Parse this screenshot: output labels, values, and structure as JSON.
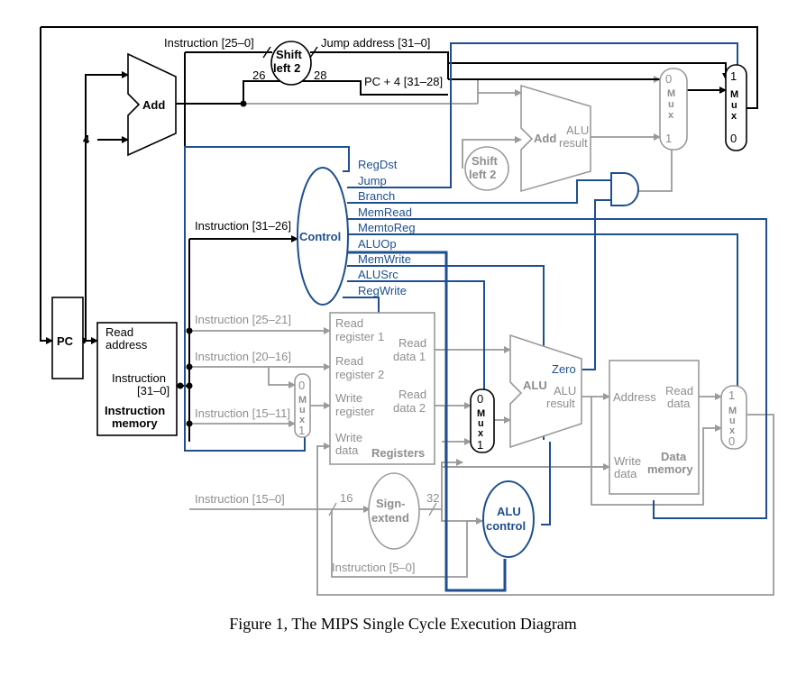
{
  "labels": {
    "instr_25_0": "Instruction [25–0]",
    "shift_left_2_top_a": "Shift",
    "shift_left_2_top_b": "left 2",
    "jump_address": "Jump address [31–0]",
    "bits_26": "26",
    "bits_28": "28",
    "pc_plus_4": "PC + 4 [31–28]",
    "add": "Add",
    "four": "4",
    "instr_31_26": "Instruction [31–26]",
    "control": "Control",
    "reg_dst": "RegDst",
    "jump": "Jump",
    "branch": "Branch",
    "mem_read": "MemRead",
    "mem_to_reg": "MemtoReg",
    "alu_op": "ALUOp",
    "mem_write": "MemWrite",
    "alu_src": "ALUSrc",
    "reg_write": "RegWrite",
    "pc": "PC",
    "read_address_a": "Read",
    "read_address_b": "address",
    "instruction_a": "Instruction",
    "instruction_b": "[31–0]",
    "instruction_memory_a": "Instruction",
    "instruction_memory_b": "memory",
    "instr_25_21": "Instruction [25–21]",
    "instr_20_16": "Instruction [20–16]",
    "instr_15_11": "Instruction [15–11]",
    "instr_15_0": "Instruction [15–0]",
    "instr_5_0": "Instruction [5–0]",
    "read_register_1_a": "Read",
    "read_register_1_b": "register 1",
    "read_register_2_a": "Read",
    "read_register_2_b": "register 2",
    "write_register_a": "Write",
    "write_register_b": "register",
    "write_data_a": "Write",
    "write_data_b": "data",
    "read_data_1_a": "Read",
    "read_data_1_b": "data 1",
    "read_data_2_a": "Read",
    "read_data_2_b": "data 2",
    "registers": "Registers",
    "shift_left_2_mid_a": "Shift",
    "shift_left_2_mid_b": "left 2",
    "add2": "Add",
    "alu_result_top_a": "ALU",
    "alu_result_top_b": "result",
    "alu": "ALU",
    "zero": "Zero",
    "alu_result_a": "ALU",
    "alu_result_b": "result",
    "sign_extend_a": "Sign-",
    "sign_extend_b": "extend",
    "bits_16": "16",
    "bits_32": "32",
    "alu_control_a": "ALU",
    "alu_control_b": "control",
    "address": "Address",
    "dm_read_data_a": "Read",
    "dm_read_data_b": "data",
    "dm_write_data_a": "Write",
    "dm_write_data_b": "data",
    "data_memory_a": "Data",
    "data_memory_b": "memory",
    "mux": "Mux",
    "zero_input": "0",
    "one_input": "1"
  },
  "caption": "Figure 1, The MIPS Single Cycle Execution Diagram",
  "colors": {
    "datapath": "#000000",
    "inactive": "#9a9a9a",
    "control": "#1e4f8f"
  }
}
